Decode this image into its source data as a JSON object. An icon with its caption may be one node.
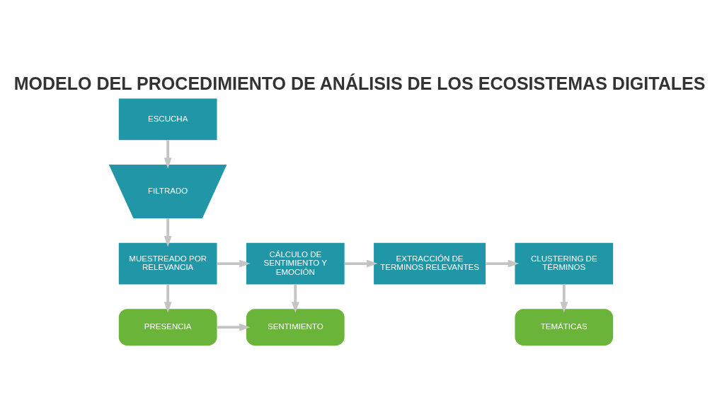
{
  "diagram": {
    "title": "MODELO DEL PROCEDIMIENTO DE ANÁLISIS DE LOS ECOSISTEMAS DIGITALES",
    "nodes": [
      {
        "text": [
          "ESCUCHA"
        ]
      },
      {
        "text": [
          "FILTRADO"
        ]
      },
      {
        "text": [
          "MUESTREADO POR RELEVANCIA"
        ]
      },
      {
        "text": [
          "CÁLCULO DE SENTIMIENTO Y EMOCIÓN"
        ]
      },
      {
        "text": [
          "EXTRACCIÓN DE TERMINOS RELEVANTES"
        ]
      },
      {
        "text": [
          "CLUSTERING DE TÉRMINOS"
        ]
      },
      {
        "text": [
          "PRESENCIA"
        ]
      },
      {
        "text": [
          "SENTIMIENTO"
        ]
      },
      {
        "text": [
          "TEMÁTICAS"
        ]
      }
    ],
    "edges": [
      {
        "from": 0,
        "to": 1,
        "arrow": "to"
      },
      {
        "from": 1,
        "to": 2,
        "arrow": "to"
      },
      {
        "from": 2,
        "to": 3,
        "arrow": "to"
      },
      {
        "from": 3,
        "to": 4,
        "arrow": "to"
      },
      {
        "from": 4,
        "to": 5,
        "arrow": "to"
      },
      {
        "from": 2,
        "to": 6,
        "arrow": "to"
      },
      {
        "from": 3,
        "to": 7,
        "arrow": "to"
      },
      {
        "from": 5,
        "to": 8,
        "arrow": "to"
      },
      {
        "from": 6,
        "to": 7,
        "arrow": "to"
      }
    ]
  }
}
